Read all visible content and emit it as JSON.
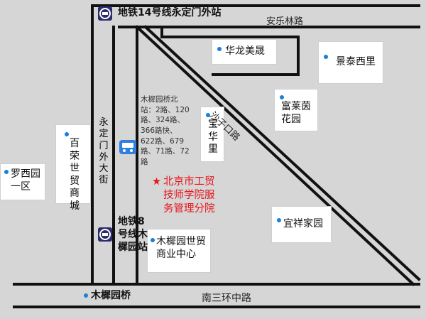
{
  "colors": {
    "road": "#111111",
    "background": "#d6d6d6",
    "poi_dot": "#1a7fd6",
    "target": "#e8141b",
    "metro": "#2c2c6c",
    "bus": "#2f7fe0"
  },
  "metro_stations": {
    "yongdingmen": {
      "label": "地铁14号线永定门外站",
      "icon": "metro-icon"
    },
    "muxiyuan": {
      "label": "地铁8号线木樨园站",
      "icon": "metro-icon"
    }
  },
  "roads": {
    "anlelin": "安乐林路",
    "shazikou": "沙子口路",
    "yongdingmenwai": "永定门外大街",
    "nansanhuan": "南三环中路"
  },
  "bus_stop": {
    "icon": "bus-icon",
    "text": "木樨园桥北站：2路、120路、324路、366路快、622路、679路、71路、72路"
  },
  "pois": {
    "hualong": "华龙美晟",
    "jingtai": "景泰西里",
    "fulaiyin": "富莱茵花园",
    "baohua": "宝华里",
    "bairong": "百荣世贸商城",
    "luoxiyuan": "罗西园一区",
    "xiangxiang": "宜祥家园",
    "muxi_trade": "木樨园世贸商业中心",
    "muxiyuan_bridge": "木樨园桥"
  },
  "target": {
    "symbol": "★",
    "label": "北京市工贸技师学院服务管理分院"
  }
}
